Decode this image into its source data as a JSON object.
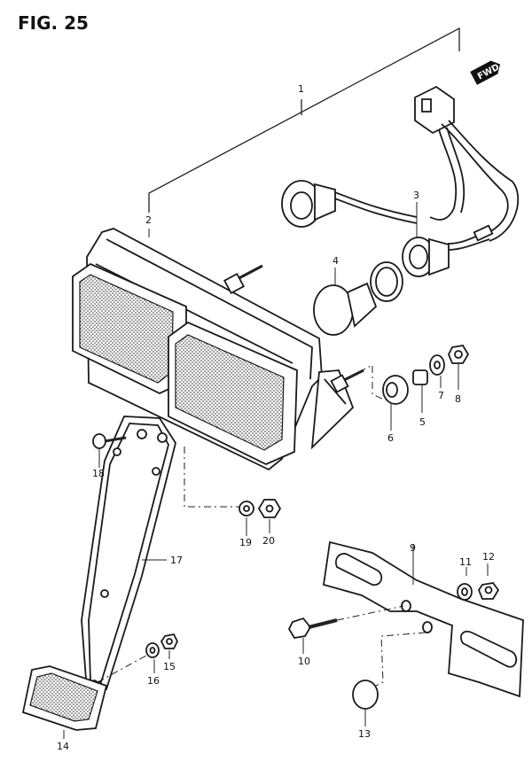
{
  "figure": {
    "title": "FIG. 25",
    "fwd_label": "FWD"
  },
  "callouts": {
    "c1": "1",
    "c2": "2",
    "c3": "3",
    "c4": "4",
    "c5": "5",
    "c6": "6",
    "c7": "7",
    "c8": "8",
    "c9": "9",
    "c10": "10",
    "c11": "11",
    "c12": "12",
    "c13": "13",
    "c14": "14",
    "c15": "15",
    "c16": "16",
    "c17": "17",
    "c18": "18",
    "c19": "19",
    "c20": "20"
  }
}
